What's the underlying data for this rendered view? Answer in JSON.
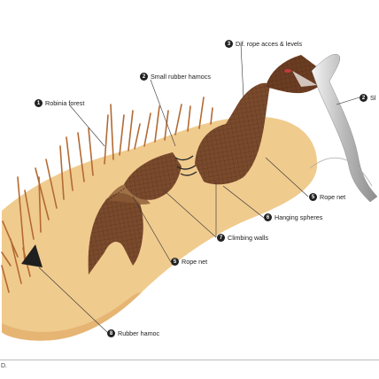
{
  "labels": [
    {
      "id": "l1",
      "number": "1",
      "text": "Robinia forest"
    },
    {
      "id": "l2",
      "number": "2",
      "text": "Small rubber hamocs"
    },
    {
      "id": "l3",
      "number": "3",
      "text": "Dif. rope acces & levels"
    },
    {
      "id": "l4",
      "number": "2",
      "text": "Sl"
    },
    {
      "id": "l5",
      "number": "5",
      "text": "Rope net"
    },
    {
      "id": "l6",
      "number": "6",
      "text": "Hanging spheres"
    },
    {
      "id": "l7",
      "number": "7",
      "text": "Climbing walls"
    },
    {
      "id": "l8",
      "number": "5",
      "text": "Rope net"
    },
    {
      "id": "l9",
      "number": "8",
      "text": "Rubber hamoc"
    }
  ],
  "footer": {
    "text": "D."
  },
  "colors": {
    "sand": "#f0cb8e",
    "sand_shadow": "#e6b574",
    "structure": "#7a4a2c",
    "structure_dark": "#5a3219",
    "pole": "#b36a32",
    "slide": "#cfcfcf"
  }
}
